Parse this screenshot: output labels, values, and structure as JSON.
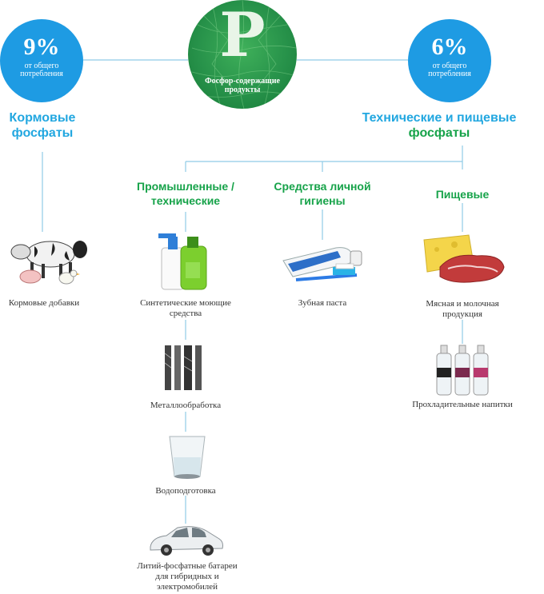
{
  "center": {
    "letter": "P",
    "caption": "Фосфор-содержащие продукты"
  },
  "left_circle": {
    "percent": "9%",
    "sub": "от общего потребления"
  },
  "right_circle": {
    "percent": "6%",
    "sub": "от общего потребления"
  },
  "categories": {
    "feed": "Кормовые фосфаты",
    "tech_food_part1": "Технические и пищевые",
    "tech_food_part2": "фосфаты",
    "industrial": "Промышленные / технические",
    "hygiene": "Средства личной гигиены",
    "food": "Пищевые"
  },
  "items": {
    "feed_additives": "Кормовые добавки",
    "detergents": "Синтетические моющие средства",
    "metalworking": "Металлообработка",
    "water_treatment": "Водоподготовка",
    "batteries": "Литий-фосфатные батареи для гибридных и электромобилей",
    "toothpaste": "Зубная паста",
    "meat_dairy": "Мясная и молочная продукция",
    "soft_drinks": "Прохладительные напитки"
  },
  "colors": {
    "blue": "#1e9be3",
    "blue_text": "#22a7e0",
    "green": "#17a34a",
    "line": "#8fcbe6"
  }
}
